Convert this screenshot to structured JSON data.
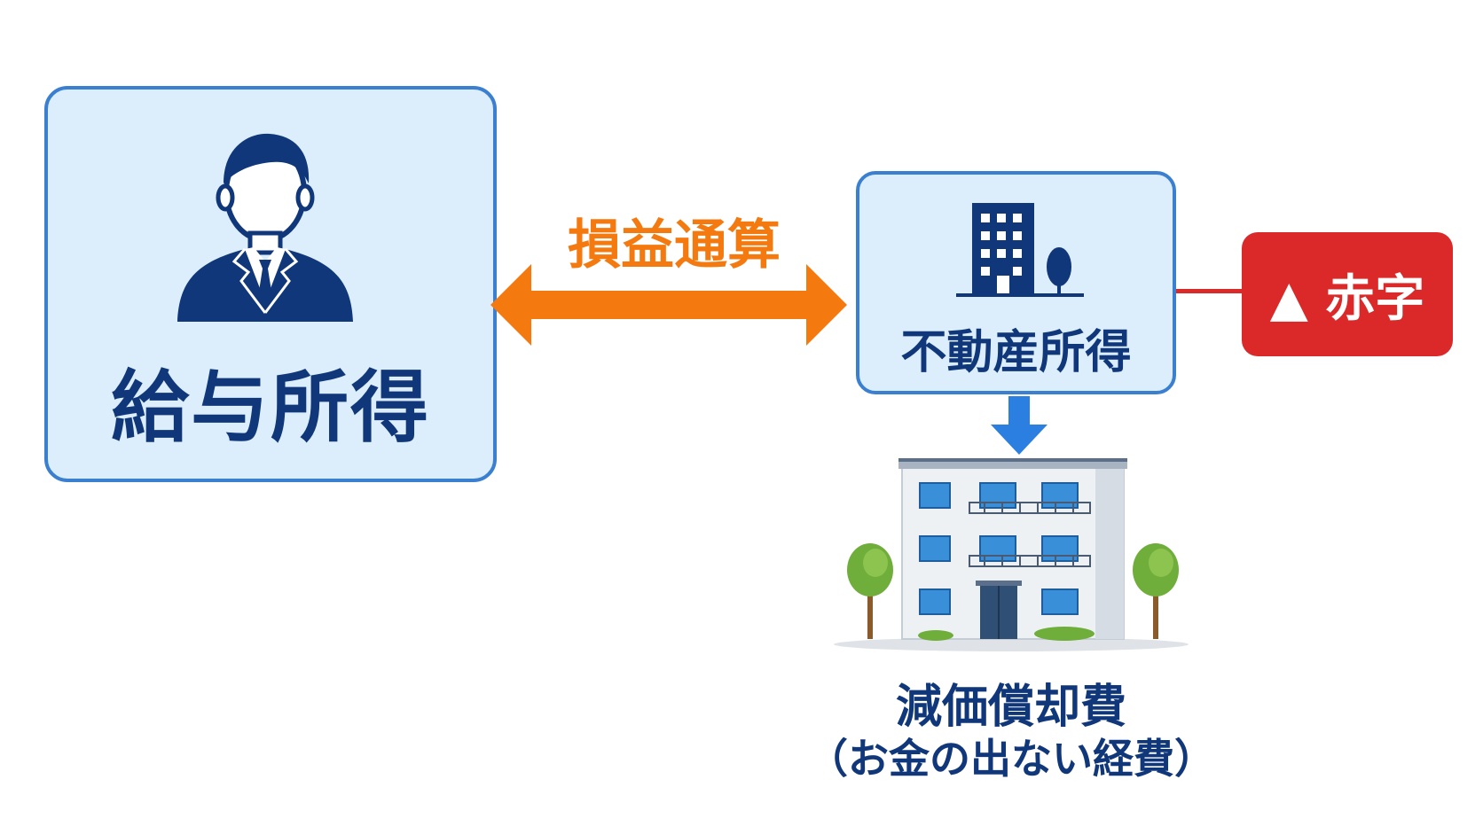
{
  "salary_income": {
    "label": "給与所得",
    "icon": "businessman-icon"
  },
  "offset": {
    "label": "損益通算",
    "arrow": "double-arrow-icon",
    "color": "#f47a10"
  },
  "real_estate_income": {
    "label": "不動産所得",
    "icon": "office-building-icon"
  },
  "deficit": {
    "label": "▲ 赤字",
    "color": "#db2828"
  },
  "depreciation": {
    "title": "減価償却費",
    "note": "（お金の出ない経費）",
    "icon": "apartment-building-icon"
  },
  "colors": {
    "box_fill": "#dceefc",
    "box_border": "#3a7fd0",
    "text_dark": "#10377a",
    "arrow_blue": "#2b7fe0"
  }
}
